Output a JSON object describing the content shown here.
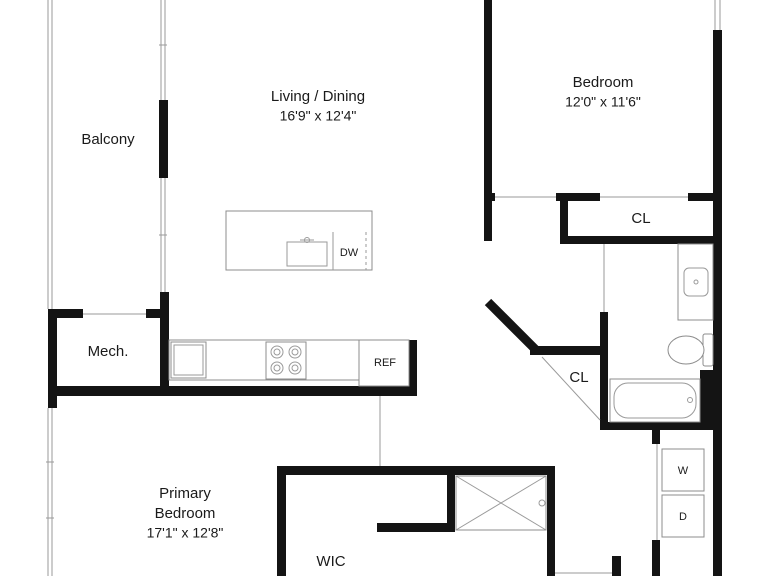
{
  "rooms": {
    "balcony": {
      "name": "Balcony"
    },
    "living_dining": {
      "name": "Living / Dining",
      "dimensions": "16'9\" x 12'4\""
    },
    "bedroom": {
      "name": "Bedroom",
      "dimensions": "12'0\" x 11'6\""
    },
    "bedroom_closet": {
      "name": "CL"
    },
    "mech": {
      "name": "Mech."
    },
    "hall_closet": {
      "name": "CL"
    },
    "primary_bedroom": {
      "name_line1": "Primary",
      "name_line2": "Bedroom",
      "dimensions": "17'1\" x 12'8\""
    },
    "walk_in_closet": {
      "name": "WIC"
    }
  },
  "fixtures": {
    "dishwasher": "DW",
    "refrigerator": "REF",
    "washer": "W",
    "dryer": "D"
  }
}
